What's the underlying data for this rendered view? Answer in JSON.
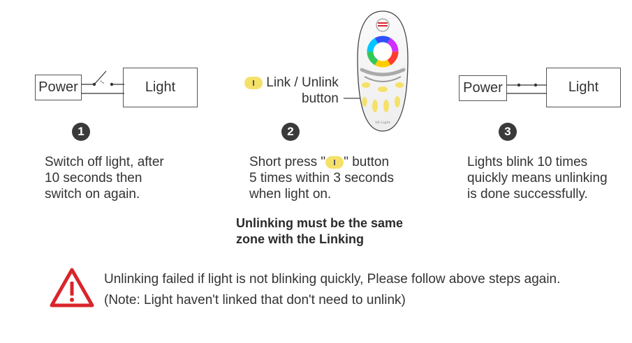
{
  "step1": {
    "power_label": "Power",
    "light_label": "Light",
    "number": "1",
    "desc": [
      "Switch off light, after",
      "10 seconds then",
      "switch on again."
    ]
  },
  "step2": {
    "link_unlink_label": "Link / Unlink",
    "button_label": "button",
    "remote_brand": "Mi·Light",
    "number": "2",
    "desc_part1": "Short press \"",
    "desc_part2": "\" button",
    "desc_line2": "5 times within 3 seconds",
    "desc_line3": "when light on."
  },
  "step3": {
    "power_label": "Power",
    "light_label": "Light",
    "number": "3",
    "desc": [
      "Lights blink 10 times",
      "quickly means unlinking",
      "is done successfully."
    ]
  },
  "note": [
    "Unlinking must be the same",
    "zone with the Linking"
  ],
  "warning": {
    "line1": "Unlinking failed if light is not blinking quickly, Please follow above steps again.",
    "line2": "(Note: Light haven't linked that don't need to unlink)"
  },
  "colors": {
    "warning_red": "#d9252a",
    "button_yellow": "#f5e16a",
    "badge": "#3a3a3a"
  }
}
